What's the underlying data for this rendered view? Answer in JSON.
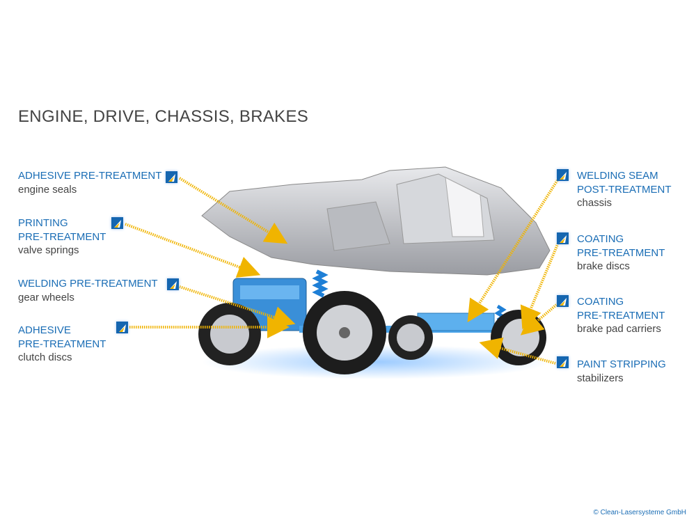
{
  "title": "ENGINE, DRIVE, CHASSIS, BRAKES",
  "left_labels": [
    {
      "heading": [
        "ADHESIVE PRE-TREATMENT"
      ],
      "sub": "engine seals"
    },
    {
      "heading": [
        "PRINTING",
        "PRE-TREATMENT"
      ],
      "sub": "valve springs"
    },
    {
      "heading": [
        "WELDING PRE-TREATMENT"
      ],
      "sub": "gear wheels"
    },
    {
      "heading": [
        "ADHESIVE",
        "PRE-TREATMENT"
      ],
      "sub": "clutch discs"
    }
  ],
  "right_labels": [
    {
      "heading": [
        "WELDING SEAM",
        "POST-TREATMENT"
      ],
      "sub": "chassis"
    },
    {
      "heading": [
        "COATING",
        "PRE-TREATMENT"
      ],
      "sub": "brake discs"
    },
    {
      "heading": [
        "COATING",
        "PRE-TREATMENT"
      ],
      "sub": "brake pad carriers"
    },
    {
      "heading": [
        "PAINT STRIPPING"
      ],
      "sub": "stabilizers"
    }
  ],
  "copyright": "© Clean-Lasersysteme GmbH",
  "colors": {
    "accent": "#1a6db5",
    "arrow": "#f0b400",
    "text": "#444444"
  }
}
